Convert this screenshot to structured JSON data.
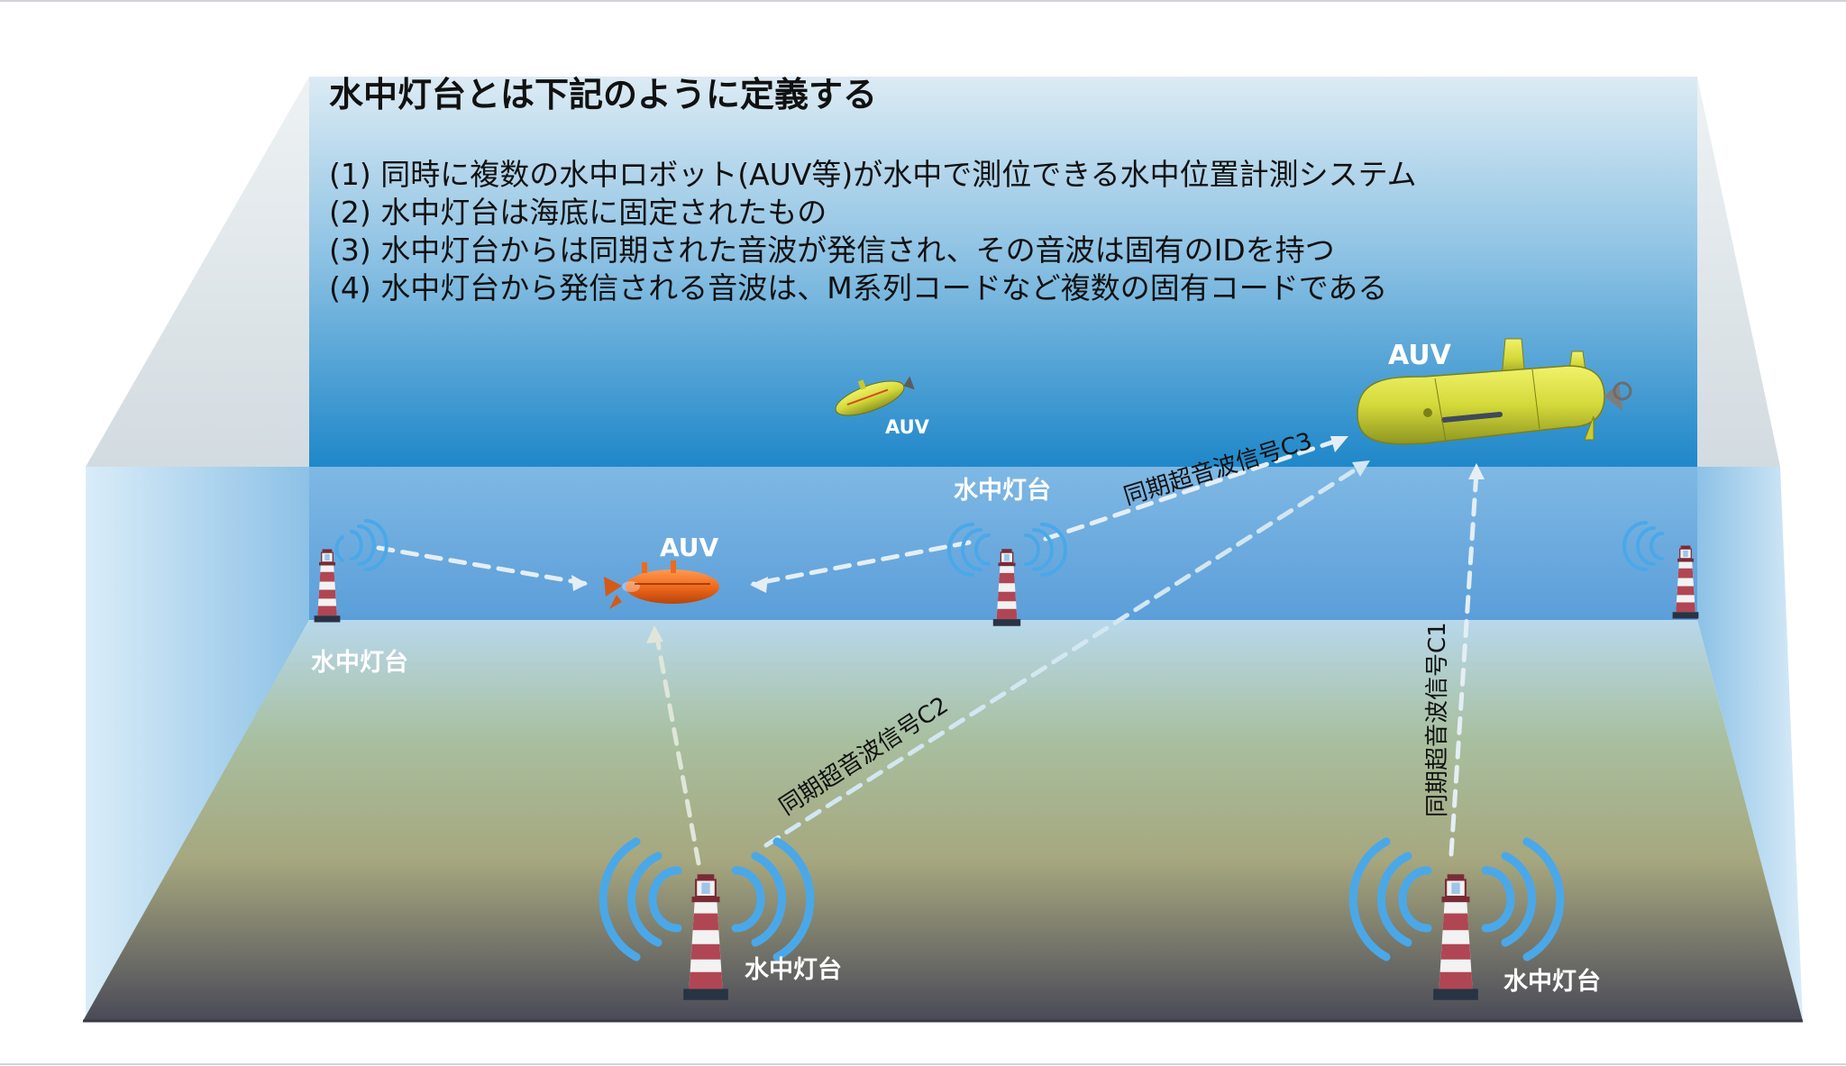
{
  "heading": "水中灯台とは下記のように定義する",
  "definitions": [
    "(1) 同時に複数の水中ロボット(AUV等)が水中で測位できる水中位置計測システム",
    "(2) 水中灯台は海底に固定されたもの",
    "(3) 水中灯台からは同期された音波が発信され、その音波は固有のIDを持つ",
    "(4) 水中灯台から発信される音波は、M系列コードなど複数の固有コードである"
  ],
  "vehicles": {
    "auv_small": "AUV",
    "auv_orange": "AUV",
    "auv_large": "AUV"
  },
  "beacons": {
    "left": "水中灯台",
    "center": "水中灯台",
    "bottom_left": "水中灯台",
    "bottom_right": "水中灯台"
  },
  "signals": {
    "c1": "同期超音波信号C1",
    "c2": "同期超音波信号C2",
    "c3": "同期超音波信号C3"
  },
  "colors": {
    "water_top": "#dcebf4",
    "water_deep": "#1f87c9",
    "seabed_top": "#aacbe0",
    "seabed_bottom": "#4a4a58",
    "wave": "#4aa8e8",
    "tower_red": "#b04653",
    "auv_yellow": "#d4d93a",
    "auv_orange": "#f06a1c"
  }
}
